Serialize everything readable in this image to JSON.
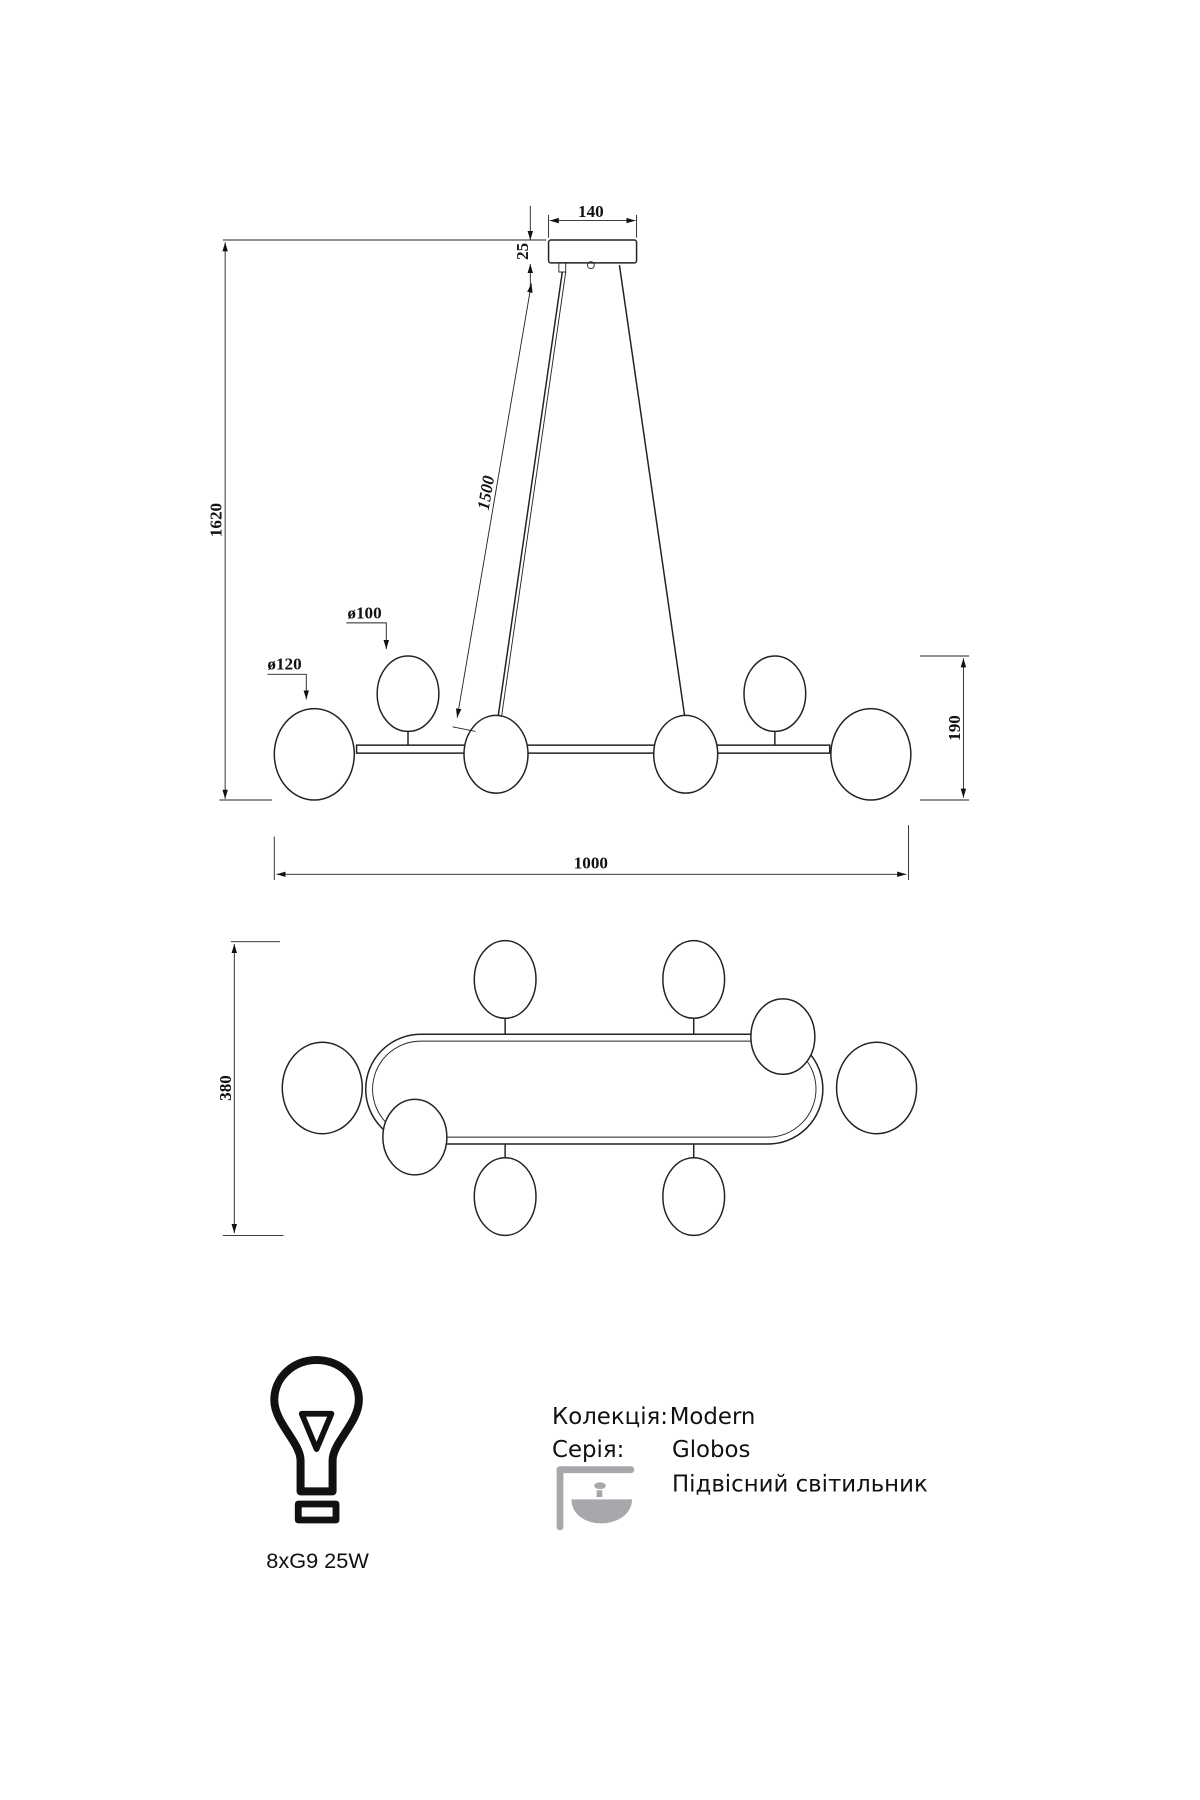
{
  "dimensions": {
    "canopy_width": "140",
    "canopy_height": "25",
    "total_height": "1620",
    "cable_length": "1500",
    "globe_small": "ø100",
    "globe_large": "ø120",
    "body_height": "190",
    "total_width": "1000",
    "depth": "380"
  },
  "lamp": {
    "spec": "8xG9 25W"
  },
  "info": {
    "collection_label": "Колекція:",
    "collection_value": "Modern",
    "series_label": "Серія:",
    "series_value": "Globos",
    "type_value": "Підвісний світильник"
  }
}
